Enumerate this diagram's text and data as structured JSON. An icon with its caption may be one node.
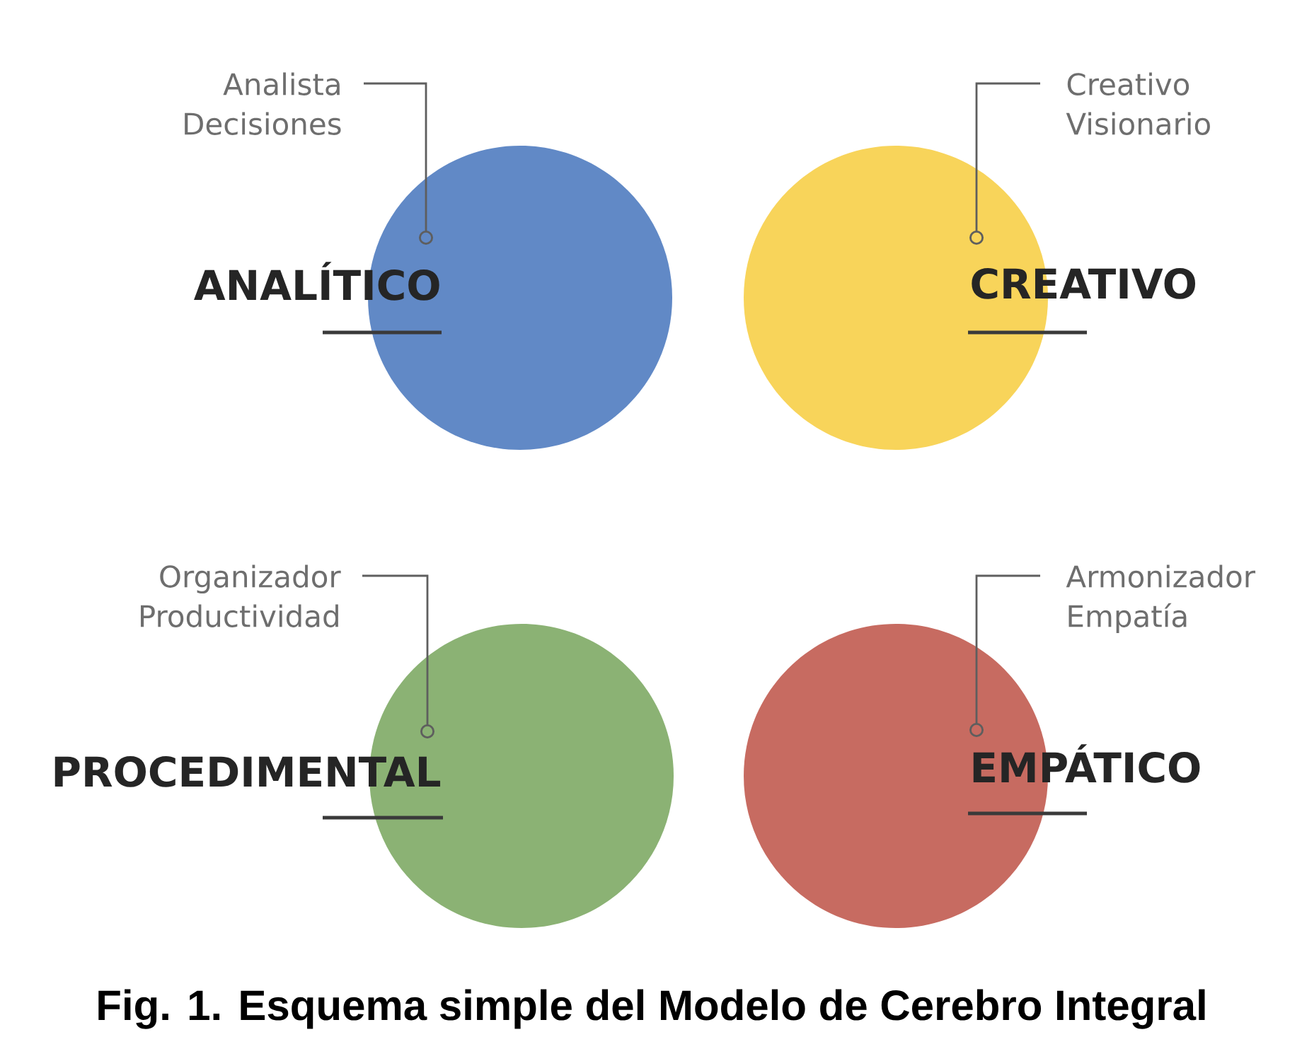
{
  "diagram": {
    "caption": "Fig. 1. Esquema simple del Modelo de Cerebro Integral",
    "nodes": [
      {
        "text": [
          "Analista Decisiones"
        ]
      },
      {
        "text": [
          "Creativo Visionario"
        ]
      },
      {
        "text": [
          "ANALÍTICO"
        ]
      },
      {
        "text": [
          "CREATIVO"
        ]
      },
      {
        "text": [
          "Organizador Productividad"
        ]
      },
      {
        "text": [
          "Armonizador Empatía"
        ]
      },
      {
        "text": [
          "PROCEDIMENTAL"
        ]
      },
      {
        "text": [
          "EMPÁTICO"
        ]
      }
    ],
    "edges": [
      {
        "from": 0,
        "to": 2,
        "arrow": "other"
      },
      {
        "from": 1,
        "to": 3,
        "arrow": "other"
      },
      {
        "from": 4,
        "to": 6,
        "arrow": "other"
      },
      {
        "from": 5,
        "to": 7,
        "arrow": "other"
      }
    ]
  }
}
